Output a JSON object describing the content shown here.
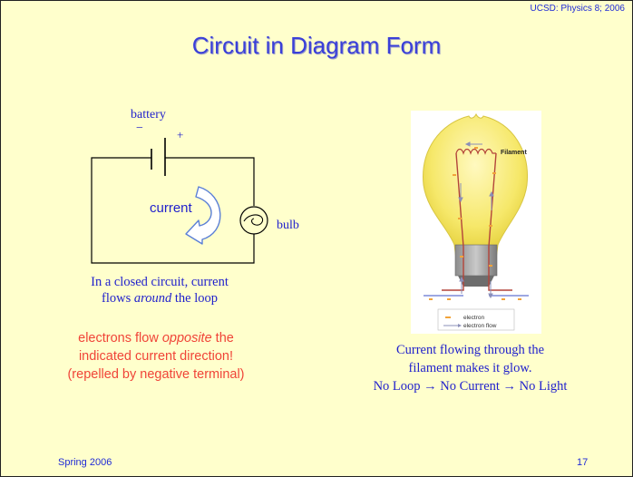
{
  "header": {
    "course": "UCSD: Physics 8; 2006"
  },
  "title": "Circuit in Diagram Form",
  "circuit": {
    "battery_label": "battery",
    "minus_sign": "−",
    "plus_sign": "+",
    "current_label": "current",
    "bulb_label": "bulb"
  },
  "caption_left": {
    "line1": "In a closed circuit, current",
    "line2_pre": "flows ",
    "line2_em": "around",
    "line2_post": " the loop"
  },
  "warning": {
    "line1_pre": "electrons flow ",
    "line1_em": "opposite",
    "line1_post": " the",
    "line2": "indicated current direction!",
    "line3": "(repelled by negative terminal)"
  },
  "bulb_figure": {
    "filament_label": "Filament",
    "legend_electron": "electron",
    "legend_flow": "electron flow"
  },
  "caption_right": {
    "line1": "Current flowing through the",
    "line2": "filament makes it glow.",
    "line3": "No Loop → No Current → No Light"
  },
  "footer": {
    "left": "Spring 2006",
    "page": "17"
  },
  "colors": {
    "background": "#ffffcc",
    "title": "#3a3fd8",
    "warning": "#f04438",
    "text_blue": "#1f1fcc"
  }
}
